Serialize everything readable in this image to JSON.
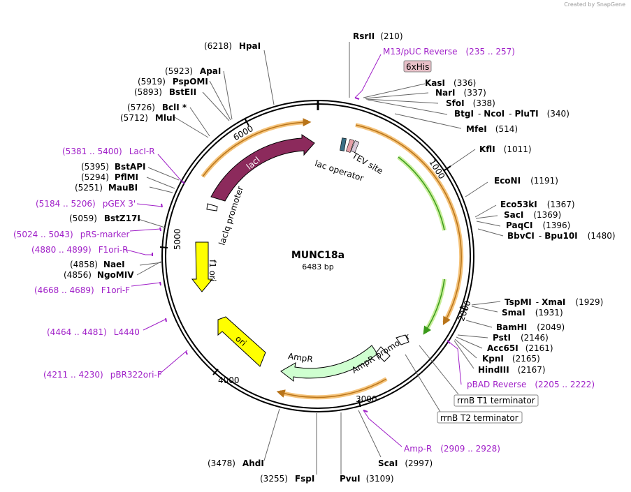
{
  "title": "MUNC18a",
  "length_label": "6483 bp",
  "watermark": "Created by SnapGene",
  "ring_ticks": [
    "1000",
    "2000",
    "3000",
    "4000",
    "5000",
    "6000"
  ],
  "features": [
    "lacI",
    "lacIq promoter",
    "f1 ori",
    "ori",
    "AmpR",
    "AmpR promoter",
    "lac operator",
    "TEV site"
  ],
  "sites": [
    {
      "name": "RsrII",
      "num": "(210)"
    },
    {
      "name": "KasI",
      "num": "(336)"
    },
    {
      "name": "NarI",
      "num": "(337)"
    },
    {
      "name": "SfoI",
      "num": "(338)"
    },
    {
      "name": "BtgI",
      "name2": "NcoI",
      "name3": "PluTI",
      "num": "(340)"
    },
    {
      "name": "MfeI",
      "num": "(514)"
    },
    {
      "name": "KflI",
      "num": "(1011)"
    },
    {
      "name": "EcoNI",
      "num": "(1191)"
    },
    {
      "name": "Eco53kI",
      "num": "(1367)"
    },
    {
      "name": "SacI",
      "num": "(1369)"
    },
    {
      "name": "PaqCI",
      "num": "(1396)"
    },
    {
      "name": "BbvCI",
      "name2": "Bpu10I",
      "num": "(1480)"
    },
    {
      "name": "TspMI",
      "name2": "XmaI",
      "num": "(1929)"
    },
    {
      "name": "SmaI",
      "num": "(1931)"
    },
    {
      "name": "BamHI",
      "num": "(2049)"
    },
    {
      "name": "PstI",
      "num": "(2146)"
    },
    {
      "name": "Acc65I",
      "num": "(2161)"
    },
    {
      "name": "KpnI",
      "num": "(2165)"
    },
    {
      "name": "HindIII",
      "num": "(2167)"
    },
    {
      "name": "ScaI",
      "num": "(2997)"
    },
    {
      "name": "PvuI",
      "num": "(3109)"
    },
    {
      "name": "FspI",
      "num": "(3255)"
    },
    {
      "name": "AhdI",
      "num": "(3478)"
    },
    {
      "name": "NgoMIV",
      "num": "(4856)"
    },
    {
      "name": "NaeI",
      "num": "(4858)"
    },
    {
      "name": "BstZ17I",
      "num": "(5059)"
    },
    {
      "name": "MauBI",
      "num": "(5251)"
    },
    {
      "name": "PflMI",
      "num": "(5294)"
    },
    {
      "name": "BstAPI",
      "num": "(5395)"
    },
    {
      "name": "MluI",
      "num": "(5712)"
    },
    {
      "name": "BclI *",
      "num": "(5726)"
    },
    {
      "name": "BstEII",
      "num": "(5893)"
    },
    {
      "name": "PspOMI",
      "num": "(5919)"
    },
    {
      "name": "ApaI",
      "num": "(5923)"
    },
    {
      "name": "HpaI",
      "num": "(6218)"
    }
  ],
  "primers": [
    {
      "name": "M13/pUC Reverse",
      "range": "(235 .. 257)"
    },
    {
      "name": "pBAD Reverse",
      "range": "(2205 .. 2222)"
    },
    {
      "name": "Amp-R",
      "range": "(2909 .. 2928)"
    },
    {
      "name": "pBR322ori-F",
      "range": "(4211 .. 4230)"
    },
    {
      "name": "L4440",
      "range": "(4464 .. 4481)"
    },
    {
      "name": "F1ori-F",
      "range": "(4668 .. 4689)"
    },
    {
      "name": "F1ori-R",
      "range": "(4880 .. 4899)"
    },
    {
      "name": "pRS-marker",
      "range": "(5024 .. 5043)"
    },
    {
      "name": "pGEX 3'",
      "range": "(5184 .. 5206)"
    },
    {
      "name": "LacI-R",
      "range": "(5381 .. 5400)"
    }
  ],
  "boxed_labels": [
    "6xHis",
    "rrnB T1 terminator",
    "rrnB T2 terminator"
  ],
  "colors": {
    "lacI": "#8c2a5c",
    "f1ori": "#ffff00",
    "ori": "#ffff00",
    "AmpR": "#cfffd0",
    "primer": "#a020c8",
    "orf_outer": "#f5c37a",
    "orf_inner": "#b8741a",
    "orf_green": "#3a9a1a"
  }
}
